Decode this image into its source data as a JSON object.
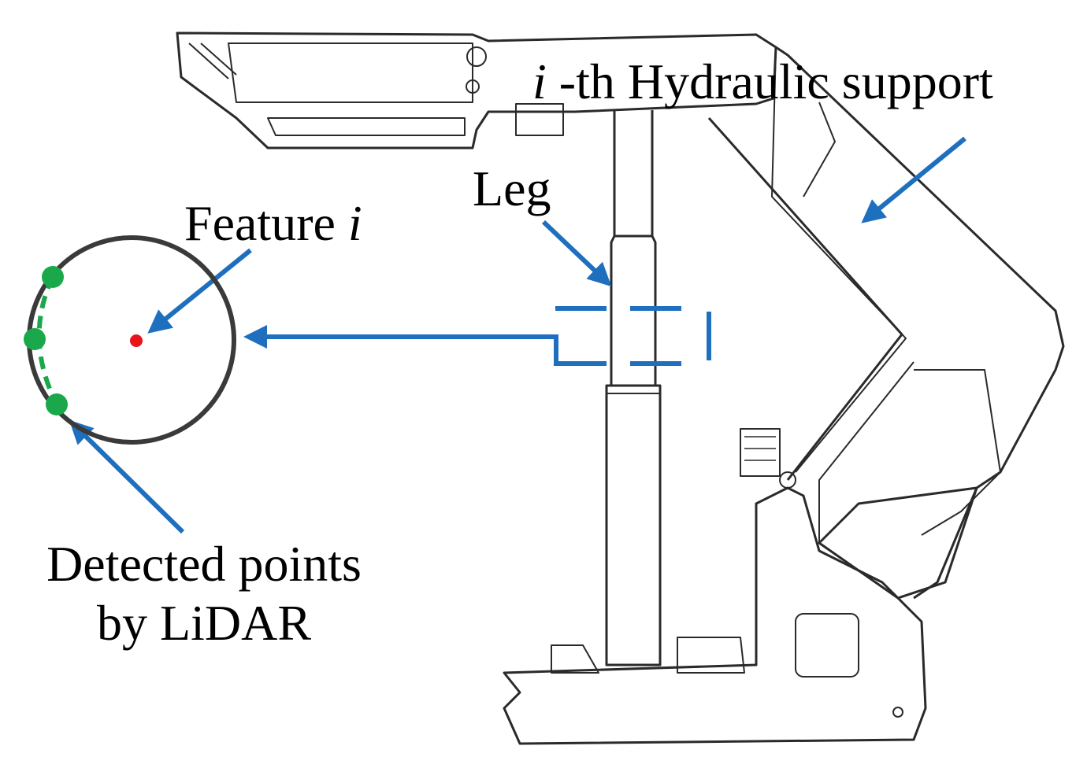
{
  "labels": {
    "hydraulic_support_prefix": "i",
    "hydraulic_support_text": " -th Hydraulic support",
    "leg": "Leg",
    "feature_text": "Feature ",
    "feature_index": "i",
    "detected_line1": "Detected points",
    "detected_line2": "by LiDAR"
  },
  "colors": {
    "arrow": "#1f6fbf",
    "circle": "#3a3a3a",
    "feature_point": "#e8141c",
    "lidar_points": "#1aa84a",
    "machine_line": "#2a2a2a"
  },
  "icons": [
    "arrow-icon",
    "feature-center-point",
    "lidar-point"
  ]
}
